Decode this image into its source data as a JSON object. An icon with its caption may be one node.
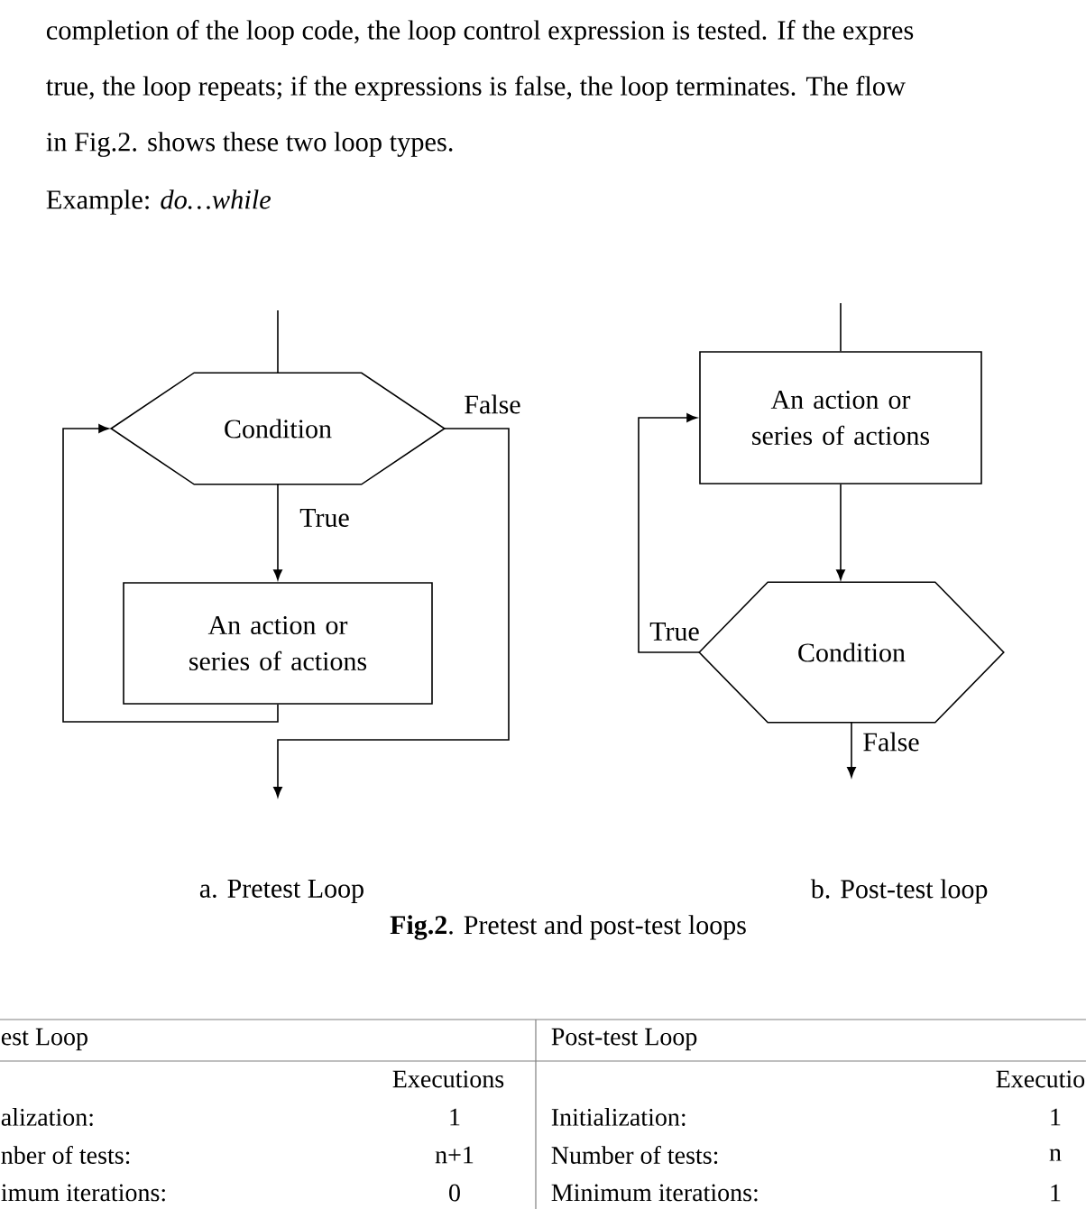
{
  "diagram": {
    "caption": "**Fig.2**. Pretest and post-test loops",
    "nodes": [
      {
        "text": [
          "Condition"
        ]
      },
      {
        "text": [
          "An action or series of actions"
        ]
      },
      {
        "text": [
          "An action or series of actions"
        ]
      },
      {
        "text": [
          "Condition"
        ]
      }
    ],
    "edges": [
      {
        "from": null,
        "to": 0,
        "arrow": "none"
      },
      {
        "from": 0,
        "to": 1,
        "arrow": "to",
        "label": "True"
      },
      {
        "from": 1,
        "to": 0,
        "arrow": "to"
      },
      {
        "from": 0,
        "to": null,
        "arrow": "to",
        "label": "False"
      },
      {
        "from": null,
        "to": 2,
        "arrow": "none"
      },
      {
        "from": 2,
        "to": 3,
        "arrow": "to"
      },
      {
        "from": 3,
        "to": 2,
        "arrow": "to",
        "label": "True"
      },
      {
        "from": 3,
        "to": null,
        "arrow": "to",
        "label": "False"
      }
    ],
    "labels": [
      "completion of the loop code, the loop control expression is tested. If the expres",
      "true, the loop repeats; if the expressions is false, the loop terminates. The flow",
      "in Fig.2. shows these two loop types.",
      "Example: *do…while*",
      "a. Pretest Loop",
      "b. Post-test loop",
      "est Loop",
      "Post-test Loop",
      "Executions",
      "Executio",
      "alization:",
      "1",
      "Initialization:",
      "1",
      "nber of tests:",
      "n+1",
      "Number of tests:",
      "n",
      "imum iterations:",
      "0",
      "Minimum iterations:",
      "1"
    ]
  }
}
